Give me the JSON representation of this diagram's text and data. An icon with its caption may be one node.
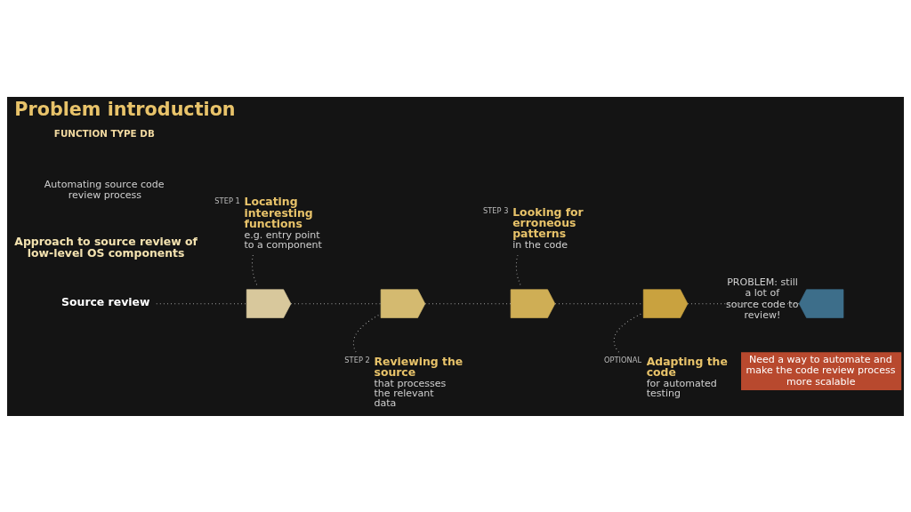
{
  "diagram": {
    "title": "Problem introduction",
    "nodes": [
      {
        "text": [
          "Source review"
        ]
      },
      {
        "text": [],
        "shape": "chevron"
      },
      {
        "text": [],
        "shape": "chevron"
      },
      {
        "text": [],
        "shape": "chevron"
      },
      {
        "text": [],
        "shape": "chevron"
      },
      {
        "text": [],
        "shape": "chevron",
        "beside": [
          "PROBLEM: still a lot of source code to review!"
        ]
      },
      {
        "text": [
          "Locating interesting functions",
          "e.g. entry point to a component"
        ],
        "beside": [
          "STEP 1"
        ]
      },
      {
        "text": [
          "Reviewing the source",
          "that processes the relevant data"
        ],
        "beside": [
          "STEP 2"
        ]
      },
      {
        "text": [
          "Looking for erroneous patterns",
          "in the code"
        ],
        "beside": [
          "STEP 3"
        ]
      },
      {
        "text": [
          "Adapting the code",
          "for automated testing"
        ],
        "beside": [
          "OPTIONAL"
        ]
      }
    ],
    "edges": [
      {
        "from": 0,
        "to": 1,
        "arrow": "none",
        "style": "dashed"
      },
      {
        "from": 1,
        "to": 2,
        "arrow": "none",
        "style": "dashed"
      },
      {
        "from": 2,
        "to": 3,
        "arrow": "none",
        "style": "dashed"
      },
      {
        "from": 3,
        "to": 4,
        "arrow": "none",
        "style": "dashed"
      },
      {
        "from": 4,
        "to": 5,
        "arrow": "none",
        "style": "dashed"
      },
      {
        "from": 6,
        "to": 1,
        "arrow": "none",
        "style": "dashed"
      },
      {
        "from": 7,
        "to": 2,
        "arrow": "none",
        "style": "dashed"
      },
      {
        "from": 8,
        "to": 3,
        "arrow": "none",
        "style": "dashed"
      },
      {
        "from": 9,
        "to": 4,
        "arrow": "none",
        "style": "dashed"
      }
    ],
    "labels": [
      "FUNCTION TYPE DB",
      "Automating source code review process",
      "Approach to source review of low-level OS components",
      "Need a way to automate and make the code review process more scalable"
    ]
  }
}
